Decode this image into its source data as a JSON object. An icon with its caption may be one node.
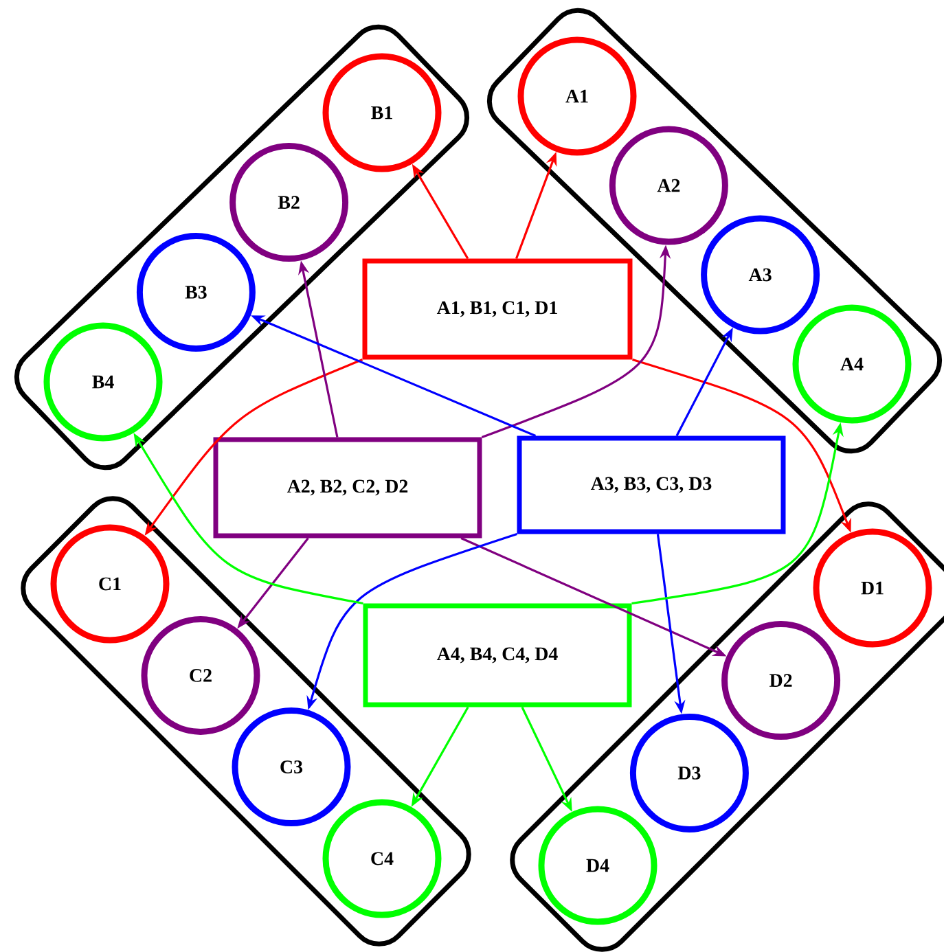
{
  "diagram": {
    "nodes": [
      {
        "text": [],
        "shape": "box"
      },
      {
        "text": [
          "B1"
        ],
        "in": 0
      },
      {
        "text": [
          "B2"
        ],
        "in": 0
      },
      {
        "text": [
          "B3"
        ],
        "in": 0
      },
      {
        "text": [
          "B4"
        ],
        "in": 0
      },
      {
        "text": [],
        "shape": "box"
      },
      {
        "text": [
          "A1"
        ],
        "in": 5
      },
      {
        "text": [
          "A2"
        ],
        "in": 5
      },
      {
        "text": [
          "A3"
        ],
        "in": 5
      },
      {
        "text": [
          "A4"
        ],
        "in": 5
      },
      {
        "text": [
          "A1, B1, C1, D1"
        ]
      },
      {
        "text": [
          "A2, B2, C2, D2"
        ]
      },
      {
        "text": [
          "A3, B3, C3, D3"
        ]
      },
      {
        "text": [],
        "shape": "box"
      },
      {
        "text": [
          "C1"
        ],
        "in": 13
      },
      {
        "text": [
          "C2"
        ],
        "in": 13
      },
      {
        "text": [
          "C3"
        ],
        "in": 13
      },
      {
        "text": [
          "C4"
        ],
        "in": 13
      },
      {
        "text": [],
        "shape": "box"
      },
      {
        "text": [
          "D1"
        ],
        "in": 18
      },
      {
        "text": [
          "D2"
        ],
        "in": 18
      },
      {
        "text": [
          "D3"
        ],
        "in": 18
      },
      {
        "text": [
          "D4"
        ],
        "in": 18
      },
      {
        "text": [
          "A4, B4, C4, D4"
        ]
      }
    ],
    "edges": [
      {
        "from": 10,
        "to": 1,
        "arrow": "to",
        "color": "#ff0000"
      },
      {
        "from": 10,
        "to": 6,
        "arrow": "to",
        "color": "#ff0000"
      },
      {
        "from": 10,
        "to": 14,
        "arrow": "to",
        "color": "#ff0000"
      },
      {
        "from": 10,
        "to": 19,
        "arrow": "to",
        "color": "#ff0000"
      },
      {
        "from": 11,
        "to": 2,
        "arrow": "to",
        "color": "#800080"
      },
      {
        "from": 11,
        "to": 7,
        "arrow": "to",
        "color": "#800080"
      },
      {
        "from": 11,
        "to": 15,
        "arrow": "to",
        "color": "#800080"
      },
      {
        "from": 11,
        "to": 20,
        "arrow": "to",
        "color": "#800080"
      },
      {
        "from": 12,
        "to": 3,
        "arrow": "to",
        "color": "#0000ff"
      },
      {
        "from": 12,
        "to": 8,
        "arrow": "to",
        "color": "#0000ff"
      },
      {
        "from": 12,
        "to": 16,
        "arrow": "to",
        "color": "#0000ff"
      },
      {
        "from": 12,
        "to": 21,
        "arrow": "to",
        "color": "#0000ff"
      },
      {
        "from": 23,
        "to": 4,
        "arrow": "to",
        "color": "#00ff00"
      },
      {
        "from": 23,
        "to": 9,
        "arrow": "to",
        "color": "#00ff00"
      },
      {
        "from": 23,
        "to": 17,
        "arrow": "to",
        "color": "#00ff00"
      },
      {
        "from": 23,
        "to": 22,
        "arrow": "to",
        "color": "#00ff00"
      }
    ]
  }
}
